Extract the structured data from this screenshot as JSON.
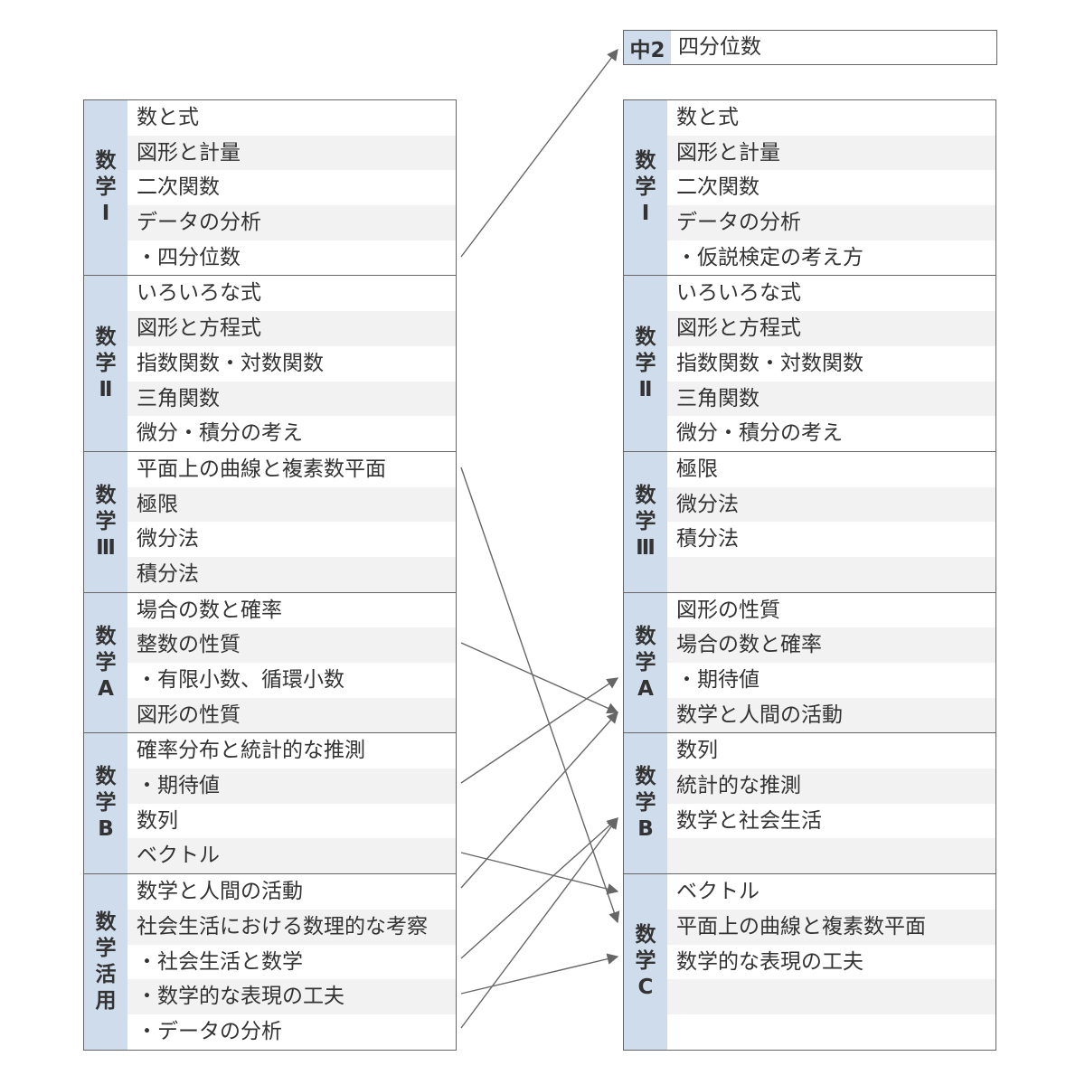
{
  "top_box": {
    "tag": "中2",
    "text": "四分位数"
  },
  "left": [
    {
      "label": [
        "数",
        "学",
        "Ⅰ"
      ],
      "rows": [
        "数と式",
        "図形と計量",
        "二次関数",
        "データの分析",
        "・四分位数"
      ]
    },
    {
      "label": [
        "数",
        "学",
        "Ⅱ"
      ],
      "rows": [
        "いろいろな式",
        "図形と方程式",
        "指数関数・対数関数",
        "三角関数",
        "微分・積分の考え"
      ]
    },
    {
      "label": [
        "数",
        "学",
        "Ⅲ"
      ],
      "rows": [
        "平面上の曲線と複素数平面",
        "極限",
        "微分法",
        "積分法"
      ]
    },
    {
      "label": [
        "数",
        "学",
        "A"
      ],
      "rows": [
        "場合の数と確率",
        "整数の性質",
        "・有限小数、循環小数",
        "図形の性質"
      ]
    },
    {
      "label": [
        "数",
        "学",
        "B"
      ],
      "rows": [
        "確率分布と統計的な推測",
        "・期待値",
        "数列",
        "ベクトル"
      ]
    },
    {
      "label": [
        "数",
        "学",
        "活",
        "用"
      ],
      "rows": [
        "数学と人間の活動",
        "社会生活における数理的な考察",
        "・社会生活と数学",
        "・数学的な表現の工夫",
        "・データの分析"
      ]
    }
  ],
  "right": [
    {
      "label": [
        "数",
        "学",
        "Ⅰ"
      ],
      "rows": [
        "数と式",
        "図形と計量",
        "二次関数",
        "データの分析",
        "・仮説検定の考え方"
      ]
    },
    {
      "label": [
        "数",
        "学",
        "Ⅱ"
      ],
      "rows": [
        "いろいろな式",
        "図形と方程式",
        "指数関数・対数関数",
        "三角関数",
        "微分・積分の考え"
      ]
    },
    {
      "label": [
        "数",
        "学",
        "Ⅲ"
      ],
      "rows": [
        "極限",
        "微分法",
        "積分法",
        ""
      ]
    },
    {
      "label": [
        "数",
        "学",
        "A"
      ],
      "rows": [
        "図形の性質",
        "場合の数と確率",
        "・期待値",
        "数学と人間の活動"
      ]
    },
    {
      "label": [
        "数",
        "学",
        "B"
      ],
      "rows": [
        "数列",
        "統計的な推測",
        "数学と社会生活",
        ""
      ]
    },
    {
      "label": [
        "数",
        "学",
        "C"
      ],
      "rows": [
        "ベクトル",
        "平面上の曲線と複素数平面",
        "数学的な表現の工夫",
        "",
        ""
      ]
    }
  ]
}
